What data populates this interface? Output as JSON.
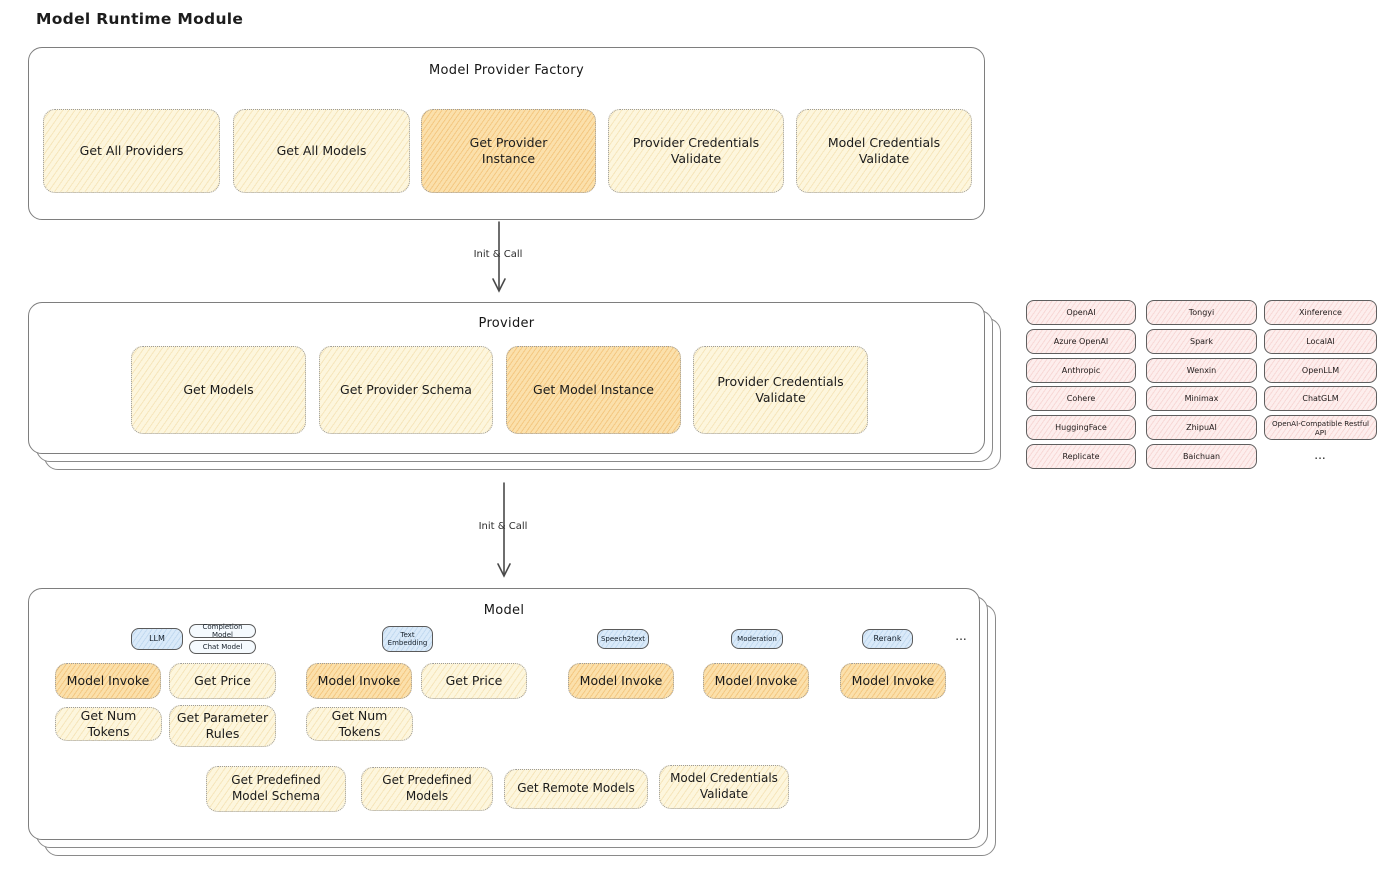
{
  "diagram_title": "Model Runtime Module",
  "colors": {
    "cream_fill": "#fdf6dd",
    "highlight_fill": "#fbe0ab",
    "blue_fill": "#daeaf9",
    "pink_fill": "#fdeeed",
    "panel_border": "#858585"
  },
  "factory": {
    "title": "Model Provider Factory",
    "buttons": [
      {
        "label": "Get All Providers"
      },
      {
        "label": "Get All Models"
      },
      {
        "label": "Get Provider Instance"
      },
      {
        "label": "Provider Credentials Validate"
      },
      {
        "label": "Model Credentials Validate"
      }
    ]
  },
  "flow": {
    "arrow1_label": "Init & Call",
    "arrow2_label": "Init & Call"
  },
  "provider": {
    "title": "Provider",
    "buttons": [
      {
        "label": "Get Models"
      },
      {
        "label": "Get Provider Schema"
      },
      {
        "label": "Get Model Instance"
      },
      {
        "label": "Provider Credentials Validate"
      }
    ]
  },
  "providers_grid": {
    "columns": [
      [
        "OpenAI",
        "Azure OpenAI",
        "Anthropic",
        "Cohere",
        "HuggingFace",
        "Replicate"
      ],
      [
        "Tongyi",
        "Spark",
        "Wenxin",
        "Minimax",
        "ZhipuAI",
        "Baichuan"
      ],
      [
        "Xinference",
        "LocalAI",
        "OpenLLM",
        "ChatGLM",
        "OpenAI-Compatible Restful API"
      ]
    ],
    "more": "..."
  },
  "model": {
    "title": "Model",
    "chips": {
      "llm": "LLM",
      "completion_model": "Completion Model",
      "chat_model": "Chat Model",
      "text_embedding": "Text Embedding",
      "speech2text": "Speech2text",
      "moderation": "Moderation",
      "rerank": "Rerank",
      "more": "..."
    },
    "buttons": {
      "llm_model_invoke": "Model Invoke",
      "llm_get_price": "Get Price",
      "llm_get_num_tokens": "Get Num Tokens",
      "llm_get_parameter_rules": "Get Parameter Rules",
      "te_model_invoke": "Model Invoke",
      "te_get_price": "Get Price",
      "te_get_num_tokens": "Get Num Tokens",
      "speech2text_model_invoke": "Model Invoke",
      "moderation_model_invoke": "Model Invoke",
      "rerank_model_invoke": "Model Invoke",
      "get_predefined_model_schema": "Get Predefined Model Schema",
      "get_predefined_models": "Get Predefined Models",
      "get_remote_models": "Get Remote Models",
      "model_credentials_validate": "Model Credentials Validate"
    }
  }
}
